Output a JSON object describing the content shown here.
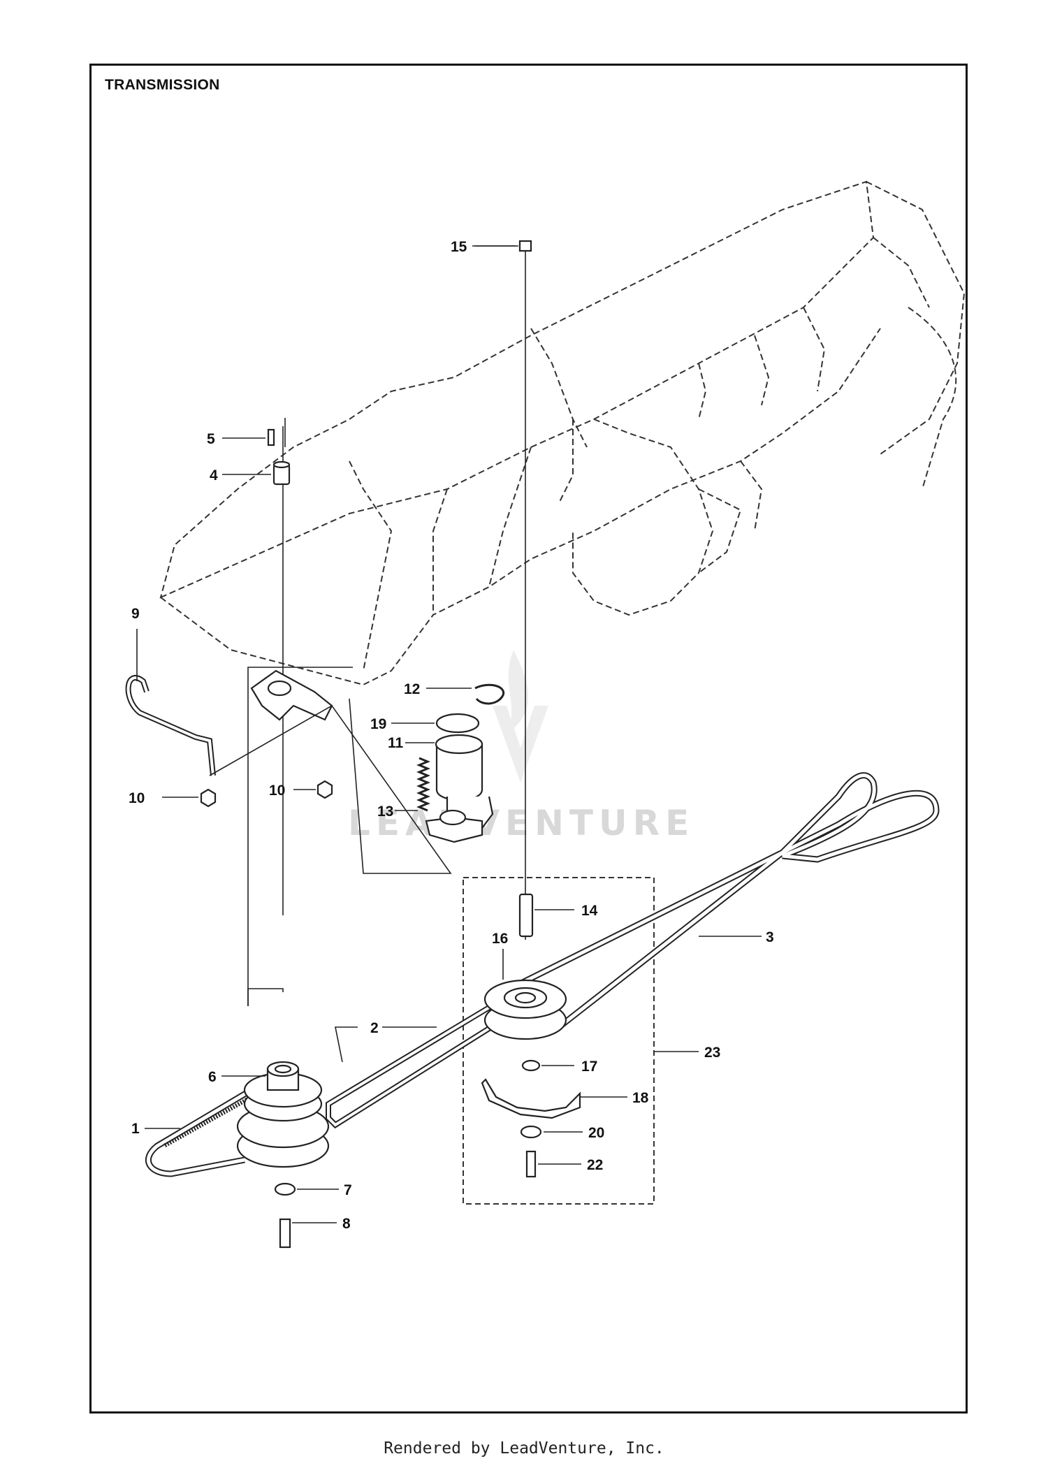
{
  "title": "TRANSMISSION",
  "footer": "Rendered by LeadVenture, Inc.",
  "watermark": "LEADVENTURE",
  "callouts": [
    "1",
    "2",
    "3",
    "4",
    "5",
    "6",
    "7",
    "8",
    "9",
    "10",
    "10",
    "11",
    "12",
    "13",
    "14",
    "15",
    "16",
    "17",
    "18",
    "19",
    "20",
    "22",
    "23"
  ]
}
